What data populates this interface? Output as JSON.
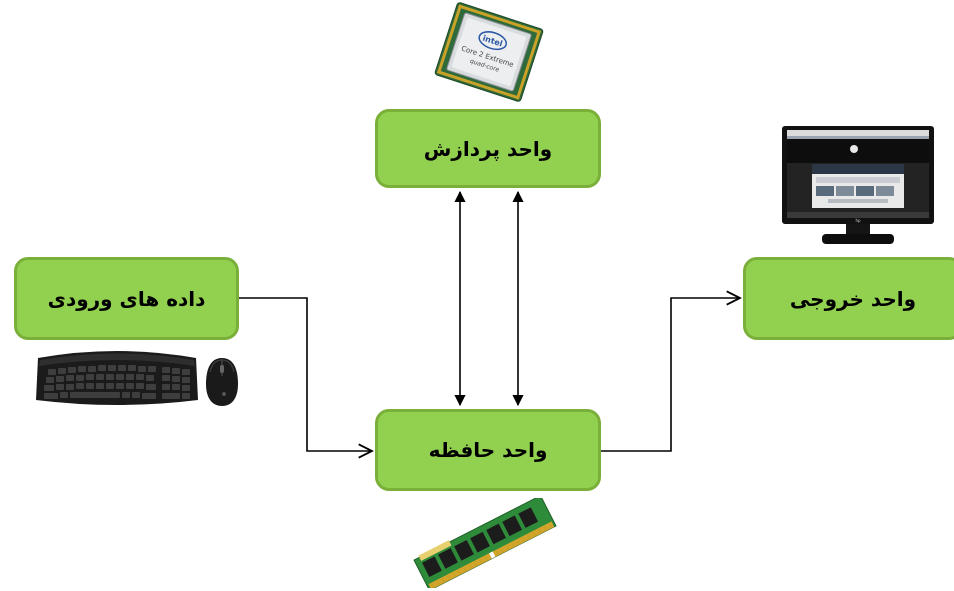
{
  "nodes": {
    "processing_unit": "واحد پردازش",
    "input_data": "داده های ورودی",
    "memory_unit": "واحد حافظه",
    "output_unit": "واحد خروجی"
  },
  "illustrations": {
    "cpu_chip": {
      "brand": "intel",
      "line1": "Core 2 Extreme",
      "line2": "quad-core"
    },
    "monitor_logo": "hp"
  },
  "colors": {
    "box_fill": "#92d050",
    "box_border": "#7ab03a",
    "connector": "#000000"
  }
}
